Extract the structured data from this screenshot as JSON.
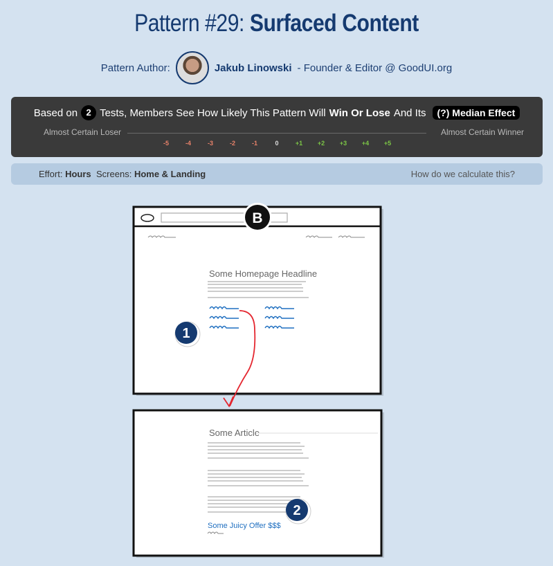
{
  "header": {
    "prefix": "Pattern #29:",
    "title": "Surfaced Content"
  },
  "author": {
    "label": "Pattern Author:",
    "name": "Jakub Linowski",
    "role": "- Founder & Editor @ GoodUI.org"
  },
  "effect_bar": {
    "based_on": "Based on",
    "test_count": "2",
    "mid_text": "Tests, Members See How Likely This Pattern Will",
    "win_lose": "Win Or Lose",
    "and_its": "And Its",
    "median_button": "(?) Median Effect",
    "left_label": "Almost Certain Loser",
    "right_label": "Almost Certain Winner",
    "ticks": [
      "-5",
      "-4",
      "-3",
      "-2",
      "-1",
      "0",
      "+1",
      "+2",
      "+3",
      "+4",
      "+5"
    ]
  },
  "info_bar": {
    "effort_label": "Effort:",
    "effort_value": "Hours",
    "screens_label": "Screens:",
    "screens_value": "Home & Landing",
    "calc_link": "How do we calculate this?"
  },
  "illustration": {
    "variant_badge": "B",
    "homepage_headline": "Some Homepage Headline",
    "marker_1": "1",
    "article_title": "Some Article",
    "offer_text": "Some Juicy Offer $$$",
    "marker_2": "2"
  },
  "colors": {
    "background": "#d4e2f0",
    "brand_navy": "#153a70",
    "dark_bar": "#3a3a3a",
    "info_bar": "#b5cbe1",
    "negative_tick": "#e8826a",
    "positive_tick": "#7cc746",
    "arrow_red": "#e4262f",
    "link_blue": "#1f6fc0"
  }
}
